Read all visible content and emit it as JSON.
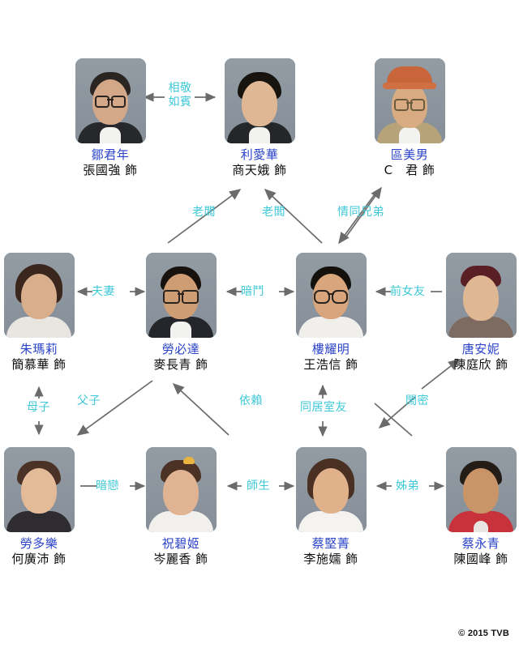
{
  "title": "TVB Character Relationship Chart",
  "copyright": "© 2015 TVB",
  "colors": {
    "character_name": "#2a43c8",
    "actor_name": "#0e0e0e",
    "relation_label": "#3ec8d8",
    "arrow": "#6b6b6b",
    "background": "#ffffff"
  },
  "characters": [
    {
      "id": "zau",
      "row": 1,
      "col": 1,
      "character": "鄒君年",
      "actor": "張國強 飾"
    },
    {
      "id": "lei",
      "row": 1,
      "col": 2,
      "character": "利愛華",
      "actor": "商天娥 飾"
    },
    {
      "id": "au",
      "row": 1,
      "col": 3,
      "character": "區美男",
      "actor": "C　君 飾"
    },
    {
      "id": "zyu",
      "row": 2,
      "col": 1,
      "character": "朱瑪莉",
      "actor": "簡慕華 飾"
    },
    {
      "id": "lou",
      "row": 2,
      "col": 2,
      "character": "勞必達",
      "actor": "麥長青 飾"
    },
    {
      "id": "lau",
      "row": 2,
      "col": 3,
      "character": "樓耀明",
      "actor": "王浩信 飾"
    },
    {
      "id": "tong",
      "row": 2,
      "col": 4,
      "character": "唐安妮",
      "actor": "陳庭欣 飾"
    },
    {
      "id": "lok",
      "row": 3,
      "col": 1,
      "character": "勞多樂",
      "actor": "何廣沛 飾"
    },
    {
      "id": "zuk",
      "row": 3,
      "col": 2,
      "character": "祝碧姬",
      "actor": "岑麗香 飾"
    },
    {
      "id": "coi",
      "row": 3,
      "col": 3,
      "character": "蔡堅菁",
      "actor": "李施嬬 飾"
    },
    {
      "id": "wing",
      "row": 3,
      "col": 4,
      "character": "蔡永青",
      "actor": "陳國峰 飾"
    }
  ],
  "relations": [
    {
      "id": "r1",
      "label": "相敬\n如賓",
      "from": "zau",
      "to": "lei",
      "arrow": "both"
    },
    {
      "id": "r2",
      "label": "老闆",
      "from": "lou",
      "to": "lei",
      "arrow": "to"
    },
    {
      "id": "r3",
      "label": "老闆",
      "from": "lau",
      "to": "lei",
      "arrow": "to"
    },
    {
      "id": "r4",
      "label": "情同兄弟",
      "from": "lau",
      "to": "au",
      "arrow": "both"
    },
    {
      "id": "r5",
      "label": "夫妻",
      "from": "zyu",
      "to": "lou",
      "arrow": "both"
    },
    {
      "id": "r6",
      "label": "暗鬥",
      "from": "lou",
      "to": "lau",
      "arrow": "both"
    },
    {
      "id": "r7",
      "label": "前女友",
      "from": "tong",
      "to": "lau",
      "arrow": "to"
    },
    {
      "id": "r8",
      "label": "母子",
      "from": "zyu",
      "to": "lok",
      "arrow": "both"
    },
    {
      "id": "r9",
      "label": "父子",
      "from": "lou",
      "to": "lok",
      "arrow": "to"
    },
    {
      "id": "r10",
      "label": "依賴",
      "from": "zuk",
      "to": "lou",
      "arrow": "to"
    },
    {
      "id": "r11",
      "label": "同居室友",
      "from": "lau",
      "to": "coi",
      "arrow": "both"
    },
    {
      "id": "r12",
      "label": "閙密",
      "from": "coi",
      "to": "tong",
      "arrow": "both"
    },
    {
      "id": "r13",
      "label": "暗戀",
      "from": "lok",
      "to": "zuk",
      "arrow": "to"
    },
    {
      "id": "r14",
      "label": "師生",
      "from": "coi",
      "to": "zuk",
      "arrow": "to"
    },
    {
      "id": "r15",
      "label": "姊弟",
      "from": "coi",
      "to": "wing",
      "arrow": "both"
    }
  ]
}
